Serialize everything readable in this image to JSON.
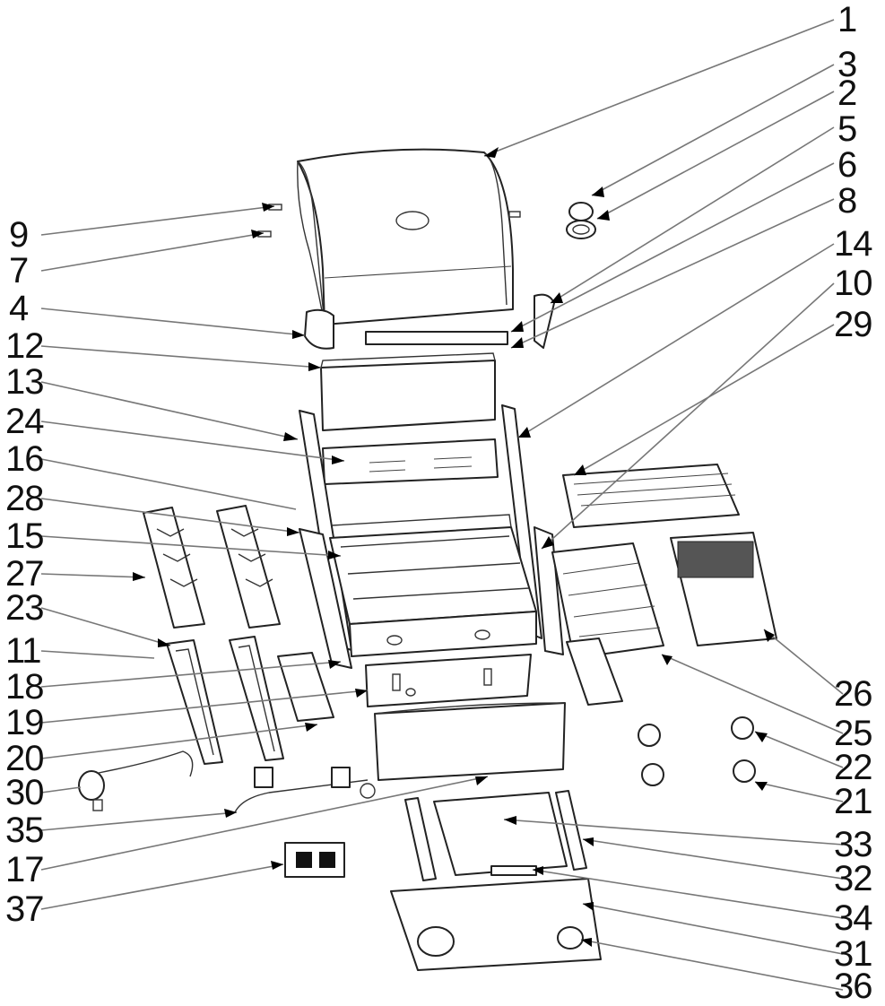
{
  "callouts_right": [
    "1",
    "3",
    "2",
    "5",
    "6",
    "8",
    "14",
    "10",
    "29"
  ],
  "callouts_left": [
    "9",
    "7",
    "4",
    "12",
    "13",
    "24",
    "16",
    "28",
    "15",
    "27",
    "23",
    "11",
    "18",
    "19",
    "20",
    "30",
    "35",
    "17",
    "37"
  ],
  "callouts_bottom_right": [
    "26",
    "25",
    "22",
    "21",
    "33",
    "32",
    "34",
    "31",
    "36"
  ]
}
